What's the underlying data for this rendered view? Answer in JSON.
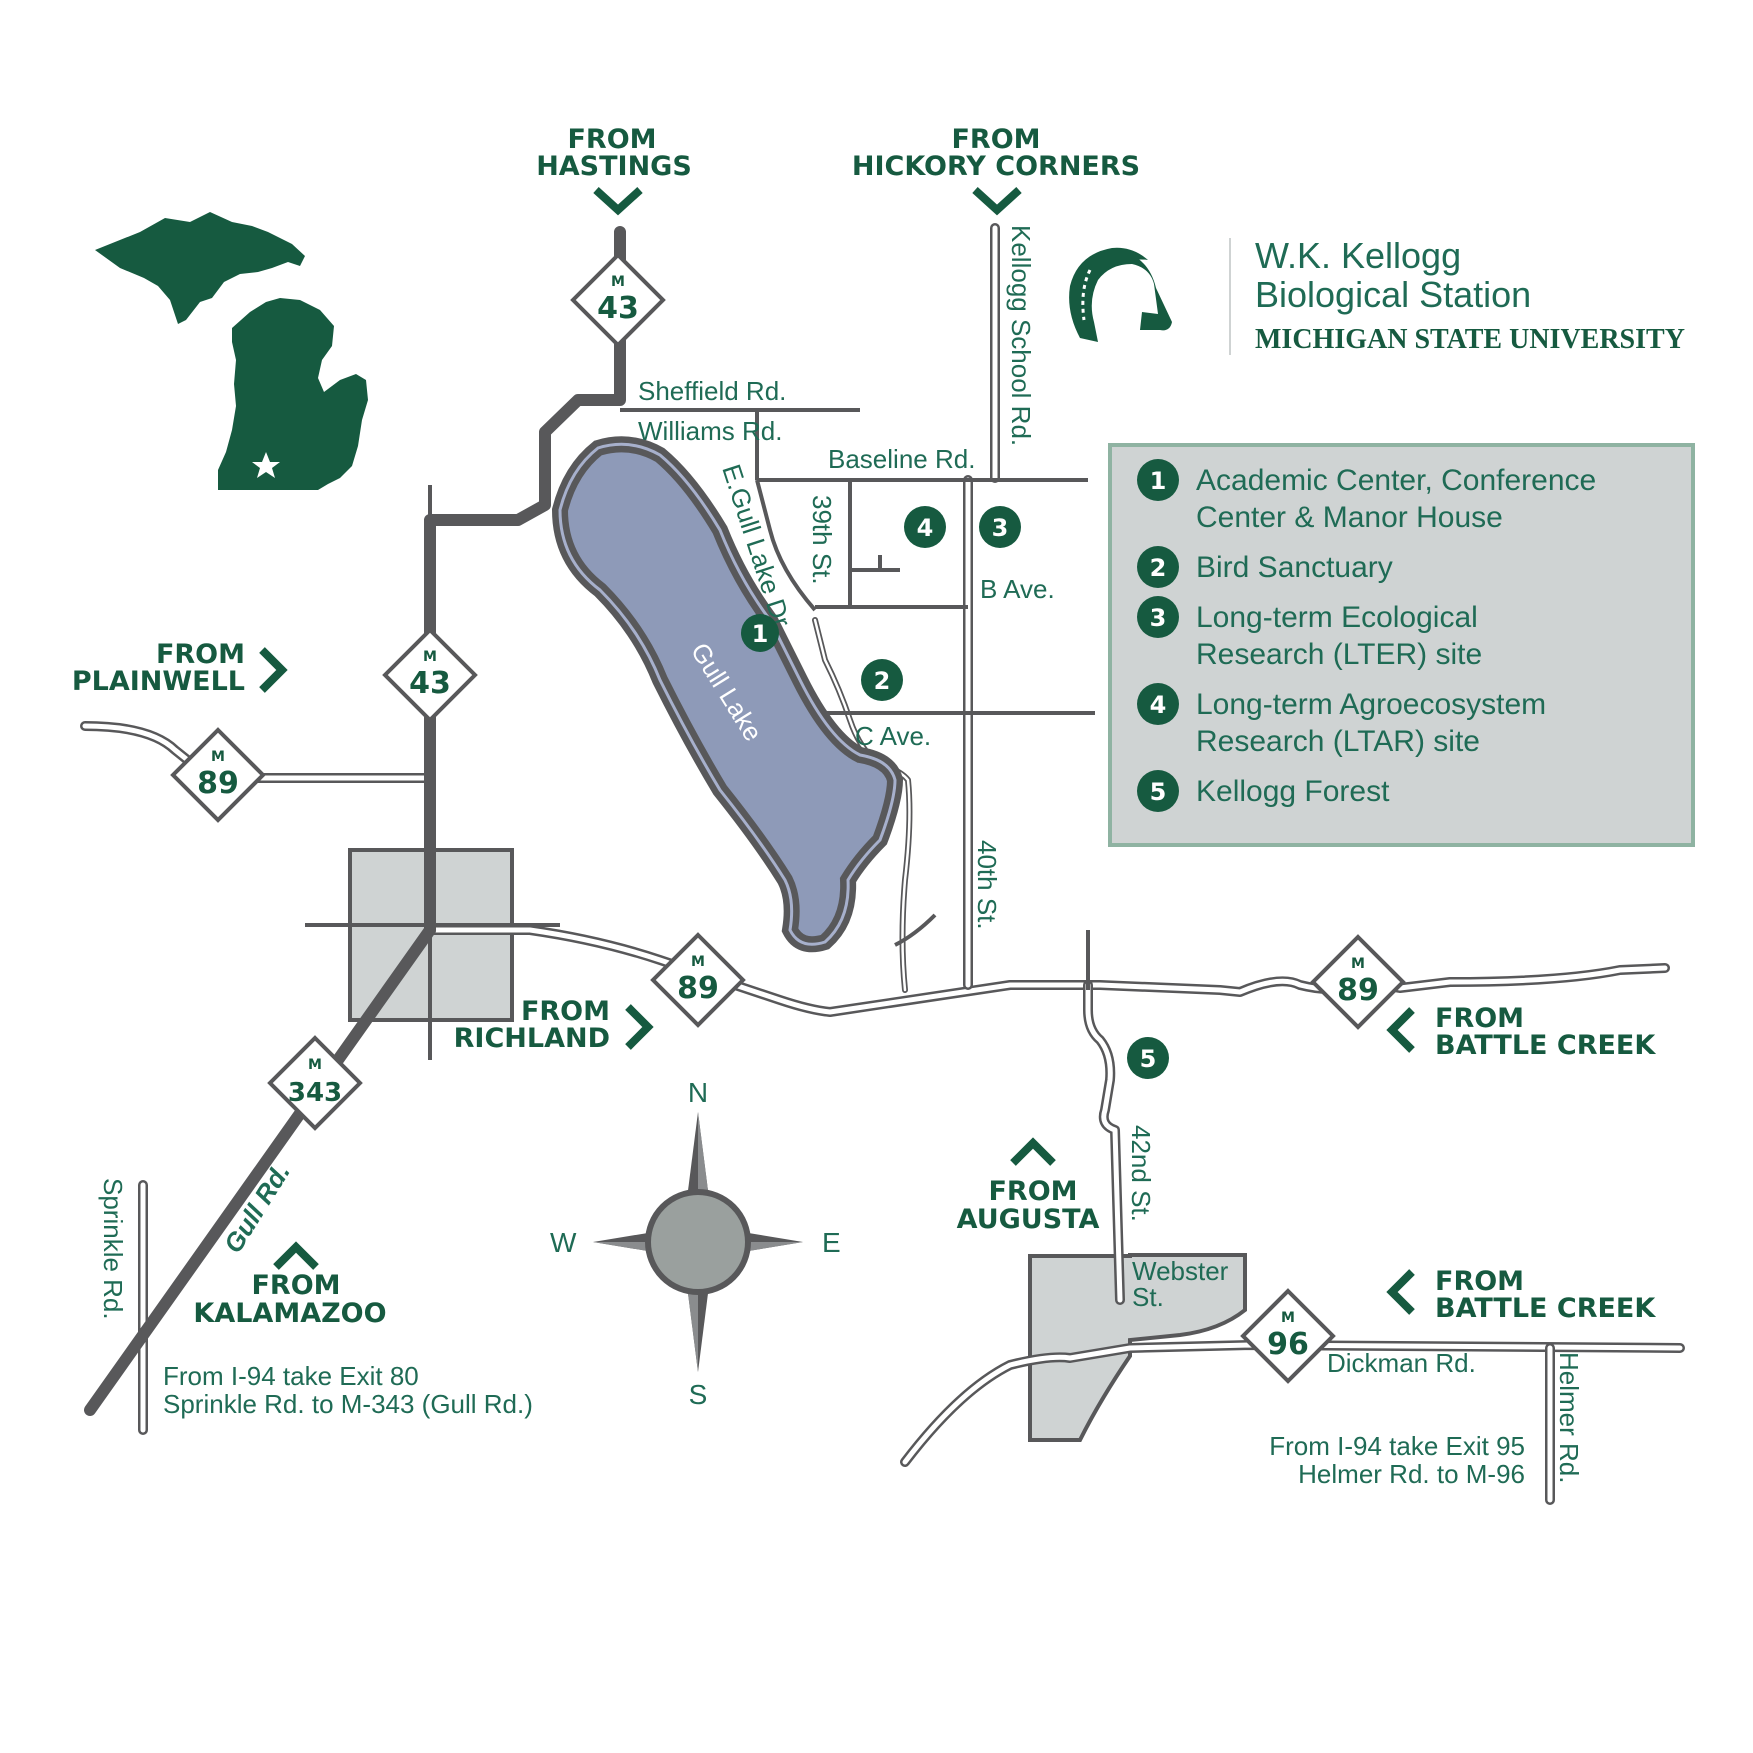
{
  "header": {
    "station_name_line1": "W.K. Kellogg",
    "station_name_line2": "Biological Station",
    "university": "MICHIGAN STATE UNIVERSITY"
  },
  "directions": {
    "hastings": [
      "FROM",
      "HASTINGS"
    ],
    "hickory_corners": [
      "FROM",
      "HICKORY CORNERS"
    ],
    "plainwell": [
      "FROM",
      "PLAINWELL"
    ],
    "richland": [
      "FROM",
      "RICHLAND"
    ],
    "battle_creek_1": [
      "FROM",
      "BATTLE CREEK"
    ],
    "augusta": [
      "FROM",
      "AUGUSTA"
    ],
    "kalamazoo": [
      "FROM",
      "KALAMAZOO"
    ],
    "battle_creek_2": [
      "FROM",
      "BATTLE CREEK"
    ]
  },
  "roads": {
    "sheffield": "Sheffield Rd.",
    "williams": "Williams Rd.",
    "baseline": "Baseline Rd.",
    "e_gull_lake": "E.Gull Lake Dr.",
    "thirty_ninth": "39th St.",
    "kellogg_school": "Kellogg School Rd.",
    "b_ave": "B  Ave.",
    "c_ave": "C  Ave.",
    "fortieth": "40th St.",
    "forty_second": "42nd St.",
    "webster": [
      "Webster",
      "St."
    ],
    "dickman": "Dickman Rd.",
    "helmer": "Helmer Rd.",
    "sprinkle": "Sprinkle Rd.",
    "gull_rd": "Gull Rd."
  },
  "lake_name": "Gull Lake",
  "shields": {
    "prefix": "M",
    "m43_north": "43",
    "m43_west": "43",
    "m89_west": "89",
    "m89_center": "89",
    "m89_east": "89",
    "m343": "343",
    "m96": "96"
  },
  "site_markers": {
    "one": "1",
    "two": "2",
    "three": "3",
    "four": "4",
    "five": "5"
  },
  "legend": {
    "items": [
      {
        "number": "1",
        "lines": [
          "Academic Center, Conference",
          "Center & Manor House"
        ]
      },
      {
        "number": "2",
        "lines": [
          "Bird Sanctuary"
        ]
      },
      {
        "number": "3",
        "lines": [
          "Long-term Ecological",
          "Research (LTER) site"
        ]
      },
      {
        "number": "4",
        "lines": [
          "Long-term Agroecosystem",
          "Research (LTAR) site"
        ]
      },
      {
        "number": "5",
        "lines": [
          "Kellogg Forest"
        ]
      }
    ]
  },
  "notes": {
    "kalamazoo_exit": [
      "From I-94 take Exit 80",
      "Sprinkle Rd. to M-343 (Gull Rd.)"
    ],
    "battle_creek_exit": [
      "From I-94 take Exit 95",
      "Helmer Rd. to M-96"
    ]
  },
  "compass": {
    "n": "N",
    "s": "S",
    "e": "E",
    "w": "W"
  },
  "colors": {
    "brand_green": "#165a40",
    "road_dark": "#58585a",
    "road_light": "#ffffff",
    "lake_fill": "#8e9ab8",
    "town_fill": "#cfd3d3",
    "legend_fill": "#cfd3d3",
    "legend_border": "#8fb3a2"
  }
}
